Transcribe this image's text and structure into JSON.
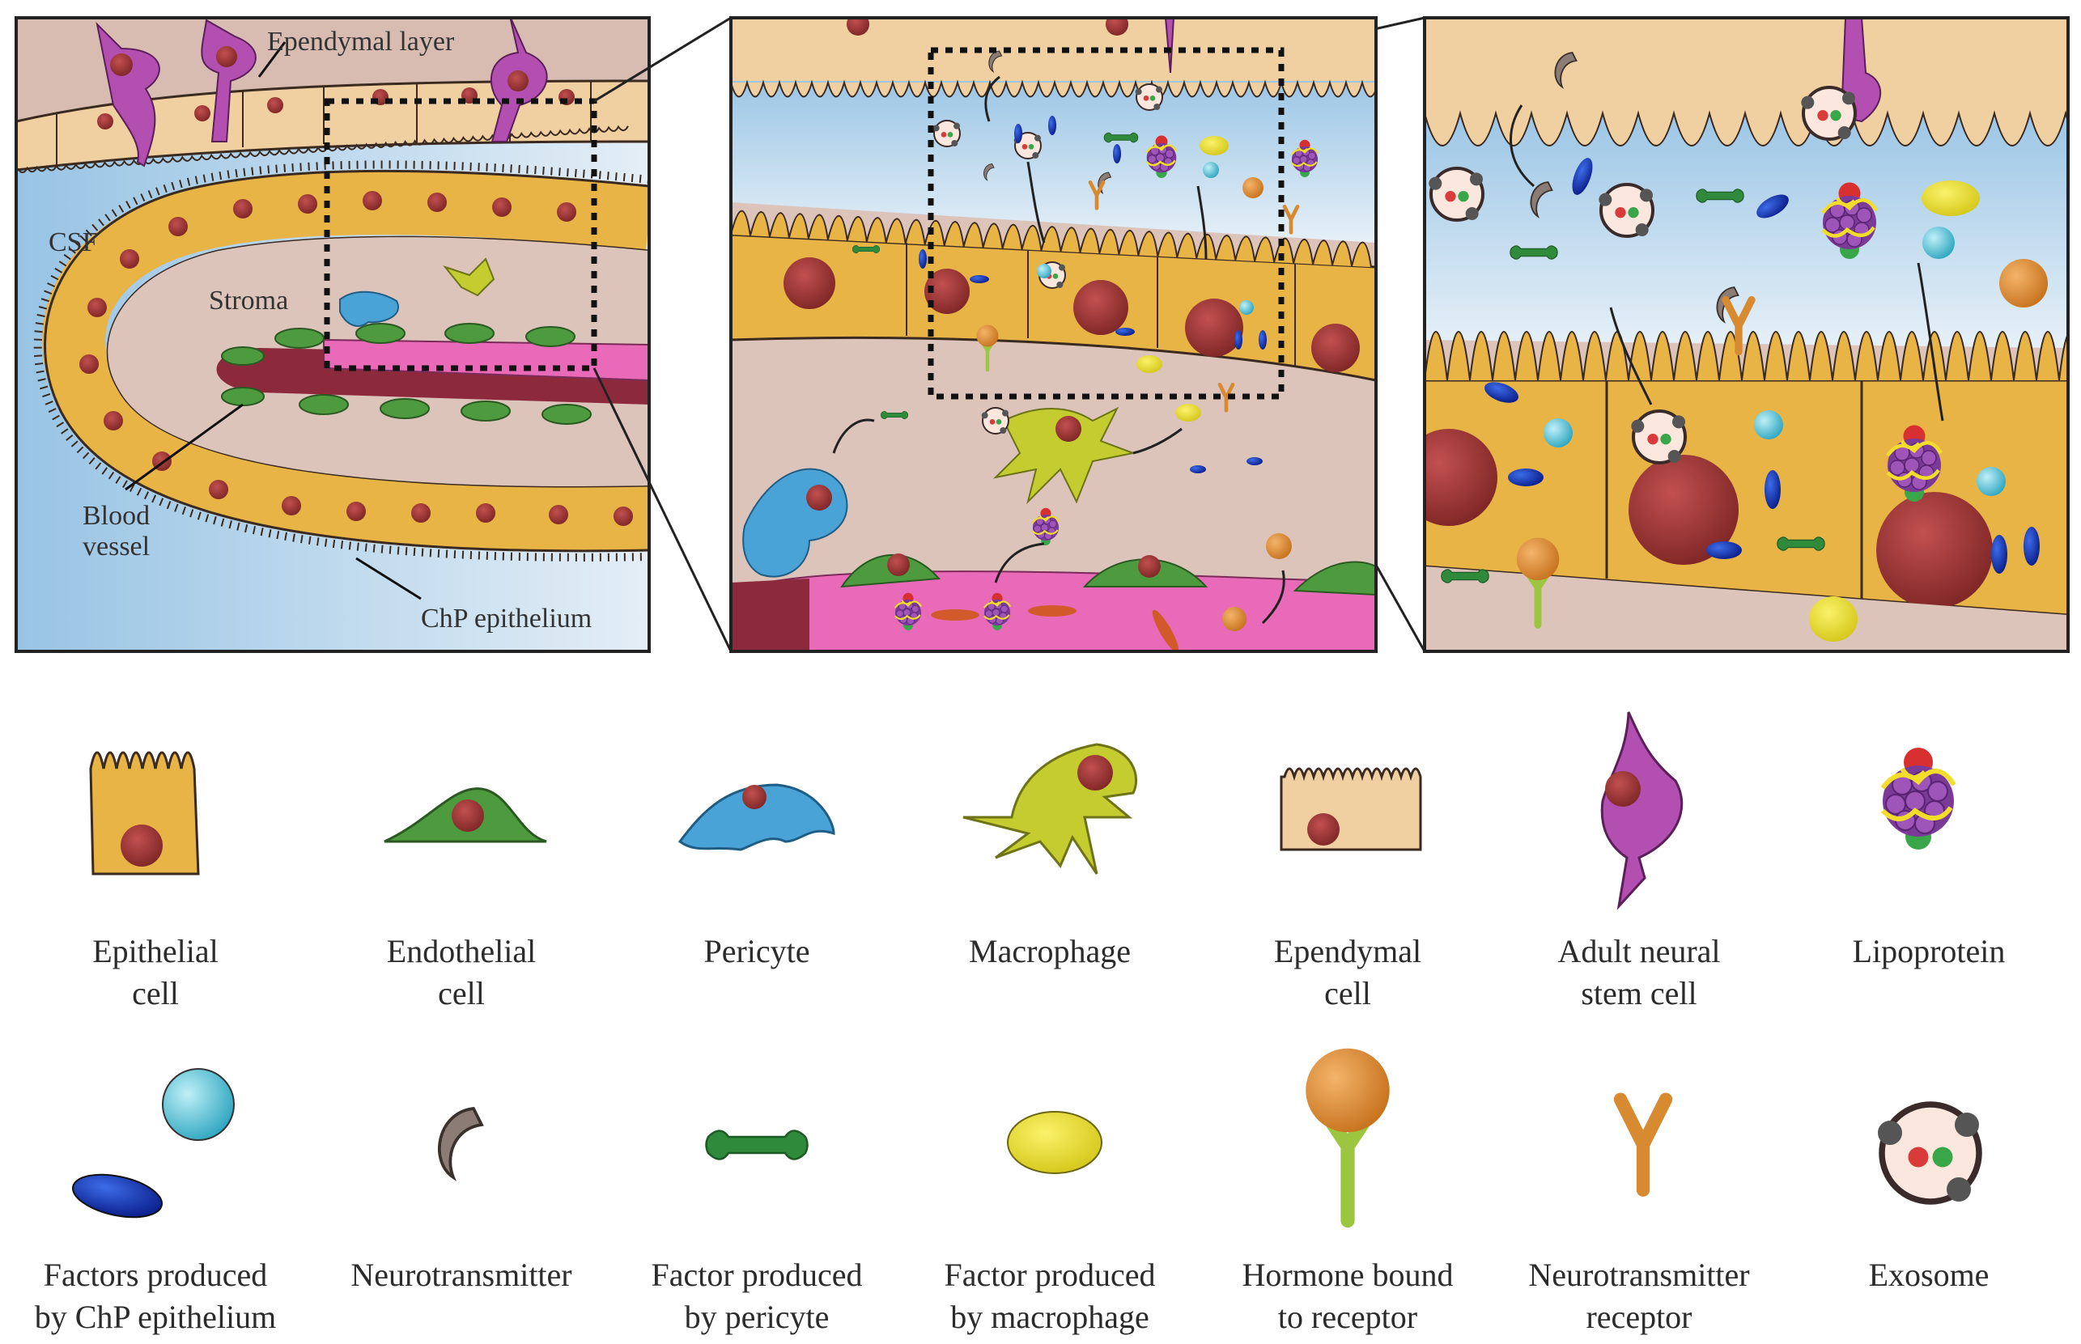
{
  "panel1": {
    "labels": {
      "ependymal_layer": "Ependymal layer",
      "csf": "CSF",
      "stroma": "Stroma",
      "blood_vessel_line1": "Blood",
      "blood_vessel_line2": "vessel",
      "chp_epithelium": "ChP epithelium"
    }
  },
  "legend": {
    "row1": [
      {
        "icon": "epithelial-cell-icon",
        "line1": "Epithelial",
        "line2": "cell"
      },
      {
        "icon": "endothelial-cell-icon",
        "line1": "Endothelial",
        "line2": "cell"
      },
      {
        "icon": "pericyte-icon",
        "line1": "Pericyte",
        "line2": ""
      },
      {
        "icon": "macrophage-icon",
        "line1": "Macrophage",
        "line2": ""
      },
      {
        "icon": "ependymal-cell-icon",
        "line1": "Ependymal",
        "line2": "cell"
      },
      {
        "icon": "adult-neural-stem-cell-icon",
        "line1": "Adult neural",
        "line2": "stem cell"
      },
      {
        "icon": "lipoprotein-icon",
        "line1": "Lipoprotein",
        "line2": ""
      }
    ],
    "row2": [
      {
        "icon": "chp-factors-icon",
        "line1": "Factors produced",
        "line2": "by ChP epithelium"
      },
      {
        "icon": "neurotransmitter-icon",
        "line1": "Neurotransmitter",
        "line2": ""
      },
      {
        "icon": "pericyte-factor-icon",
        "line1": "Factor produced",
        "line2": "by pericyte"
      },
      {
        "icon": "macrophage-factor-icon",
        "line1": "Factor produced",
        "line2": "by macrophage"
      },
      {
        "icon": "hormone-receptor-icon",
        "line1": "Hormone bound",
        "line2": "to receptor"
      },
      {
        "icon": "neurotransmitter-receptor-icon",
        "line1": "Neurotransmitter",
        "line2": "receptor"
      },
      {
        "icon": "exosome-icon",
        "line1": "Exosome",
        "line2": ""
      }
    ]
  },
  "colors": {
    "csf_blue": "#a9cfe8",
    "stroma": "#dcc4bb",
    "epithelial": "#e8b445",
    "ependymal": "#f0cfa0",
    "endothelial": "#4e9a3f",
    "pericyte": "#4aa3d6",
    "macrophage": "#c4cc2f",
    "stem_cell": "#b24fb0",
    "blood_vessel": "#e86ab8",
    "vessel_dark": "#8c2a3c",
    "nucleus": "#a83a3a"
  }
}
